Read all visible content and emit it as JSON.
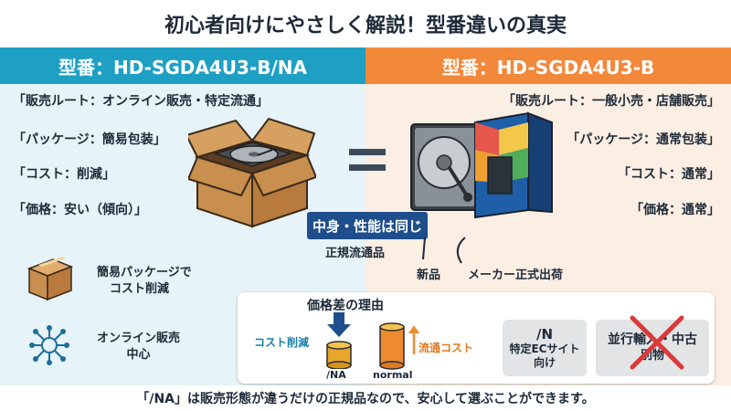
{
  "title": "初心者向けにやさしく解説！型番違いの真実",
  "left": {
    "header": "型番：HD-SGDA4U3-B/NA",
    "labels": [
      "「販売ルート：オンライン販売・特定流通」",
      "「パッケージ：簡易包装」",
      "「コスト：削減」",
      "「価格：安い（傾向）」"
    ],
    "feature1": {
      "line1": "簡易パッケージで",
      "line2": "コスト削減"
    },
    "feature2": {
      "line1": "オンライン販売",
      "line2": "中心"
    }
  },
  "right": {
    "header": "型番：HD-SGDA4U3-B",
    "labels": [
      "「販売ルート：一般小売・店舗販売」",
      "「パッケージ：通常包装」",
      "「コスト：通常」",
      "「価格：通常」"
    ]
  },
  "center": {
    "same_badge": "中身・性能は同じ",
    "genuine": "正規流通品",
    "new_item": "新品",
    "official": "メーカー正式出荷"
  },
  "price_reason": {
    "title": "価格差の理由",
    "cost_cut": "コスト削減",
    "dist_cost": "流通コスト",
    "label_na": "/NA",
    "label_normal": "normal",
    "box1": {
      "line1": "/N",
      "line2": "特定ECサイト",
      "line3": "向け"
    },
    "box2": {
      "line1": "並行輸入・中古",
      "line2": "別物"
    }
  },
  "footer": "「/NA」は販売形態が違うだけの正規品なので、安心して選ぶことができます。",
  "colors": {
    "left_header": "#1ea0c4",
    "right_header": "#f2883a",
    "left_bg": "#e6f3f8",
    "right_bg": "#fbeee3",
    "badge": "#1f4e8c",
    "cross": "#d93a3a"
  }
}
